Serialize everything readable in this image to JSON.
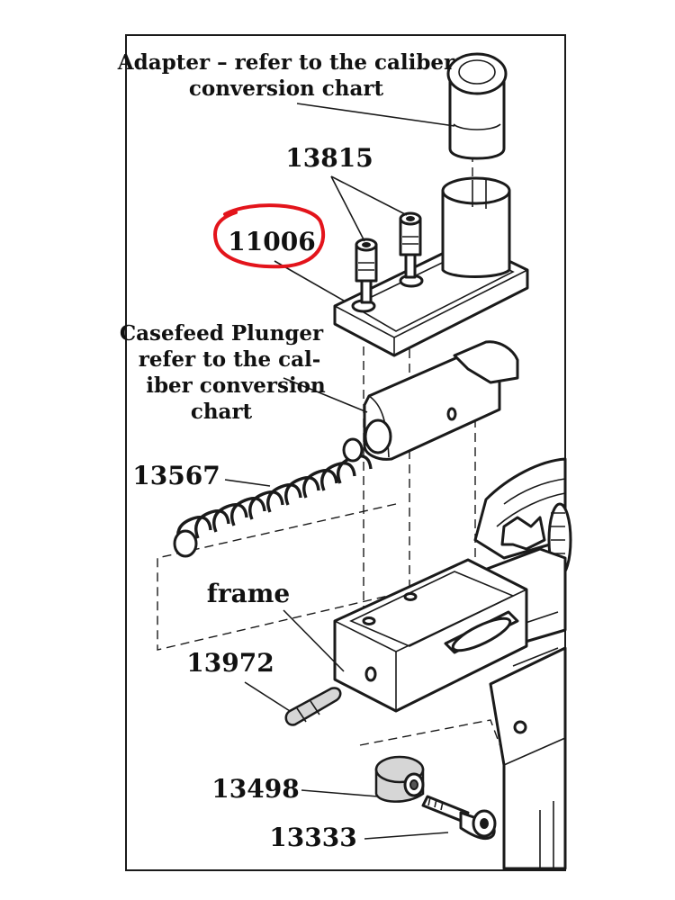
{
  "labels": {
    "adapter_line1": "Adapter – refer to the caliber",
    "adapter_line2": "conversion chart",
    "screws": "13815",
    "plate": "11006",
    "plunger_line1": "Casefeed Plunger",
    "plunger_line2": "refer to the cal-",
    "plunger_line3": "iber conversion",
    "plunger_line4": "chart",
    "spring": "13567",
    "frame": "frame",
    "pin": "13972",
    "bushing": "13498",
    "bolt": "13333"
  },
  "highlight": {
    "color": "#e3141b",
    "target": "11006"
  }
}
